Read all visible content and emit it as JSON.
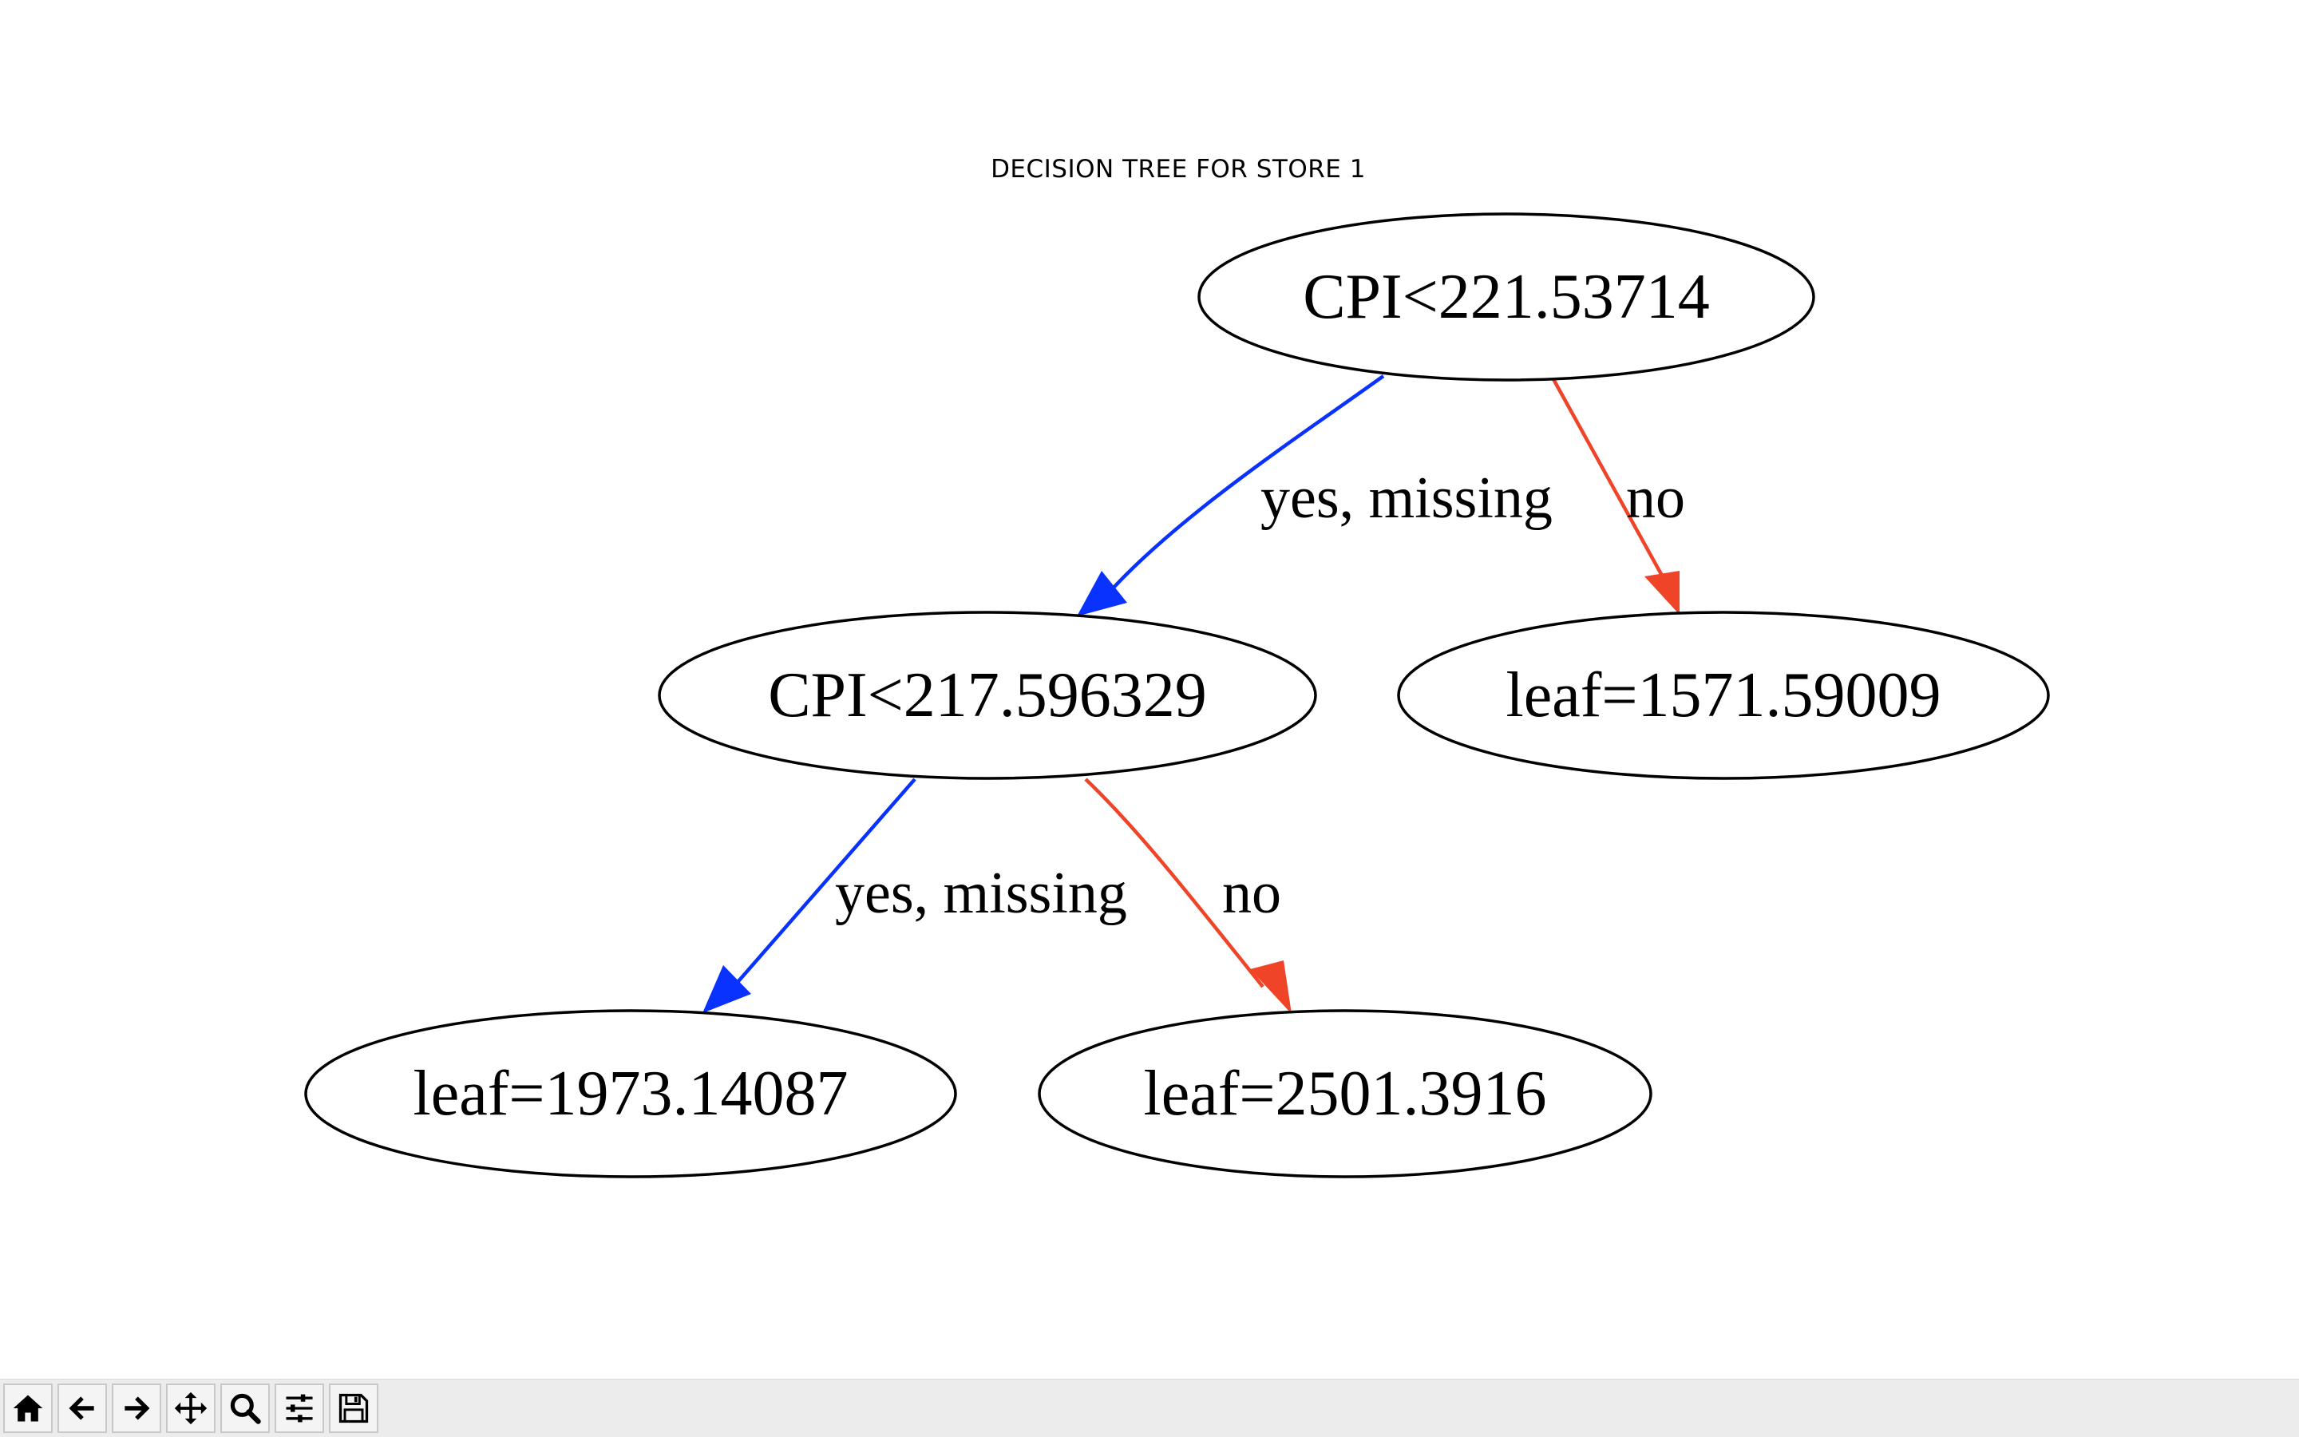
{
  "figure": {
    "title": "DECISION TREE FOR STORE 1"
  },
  "tree": {
    "nodes": {
      "root": "CPI<221.53714",
      "left": "CPI<217.596329",
      "right_leaf": "leaf=1571.59009",
      "left_left_leaf": "leaf=1973.14087",
      "left_right_leaf": "leaf=2501.3916"
    },
    "edges": {
      "root_yes": "yes, missing",
      "root_no": "no",
      "left_yes": "yes, missing",
      "left_no": "no"
    },
    "colors": {
      "yes_edge": "#0a32ff",
      "no_edge": "#f04428"
    }
  },
  "toolbar": {
    "buttons": [
      {
        "icon": "home-icon"
      },
      {
        "icon": "back-arrow-icon"
      },
      {
        "icon": "forward-arrow-icon"
      },
      {
        "icon": "pan-icon"
      },
      {
        "icon": "zoom-icon"
      },
      {
        "icon": "configure-subplots-icon"
      },
      {
        "icon": "save-icon"
      }
    ]
  }
}
